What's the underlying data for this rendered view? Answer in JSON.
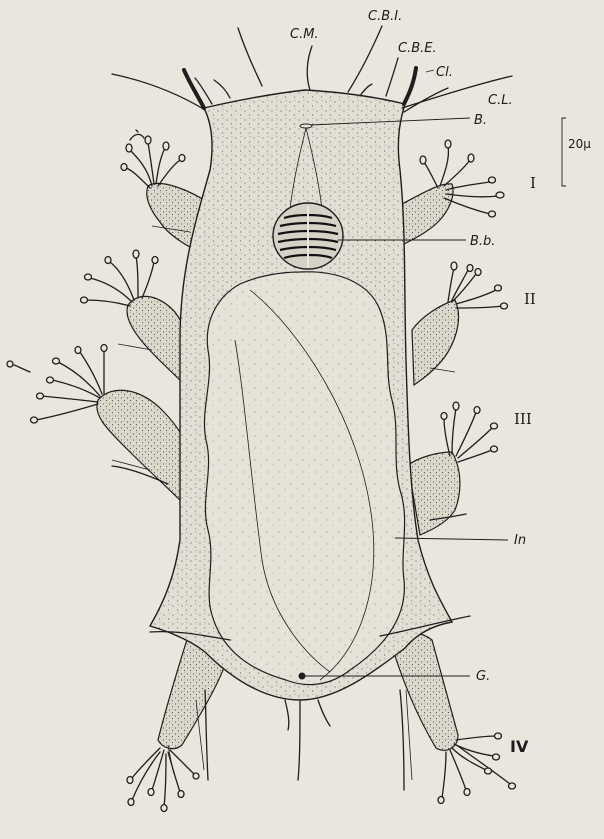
{
  "labels": {
    "cm": "C.M.",
    "cbi": "C.B.I.",
    "cbe": "C.B.E.",
    "cl_small": "Cl.",
    "cl_large": "C.L.",
    "b": "B.",
    "bb": "B.b.",
    "in": "In",
    "g": "G."
  },
  "scale_bar": {
    "label": "20μ"
  },
  "leg_numerals": {
    "leg1": "I",
    "leg2": "II",
    "leg3": "III",
    "leg4": "IV"
  }
}
